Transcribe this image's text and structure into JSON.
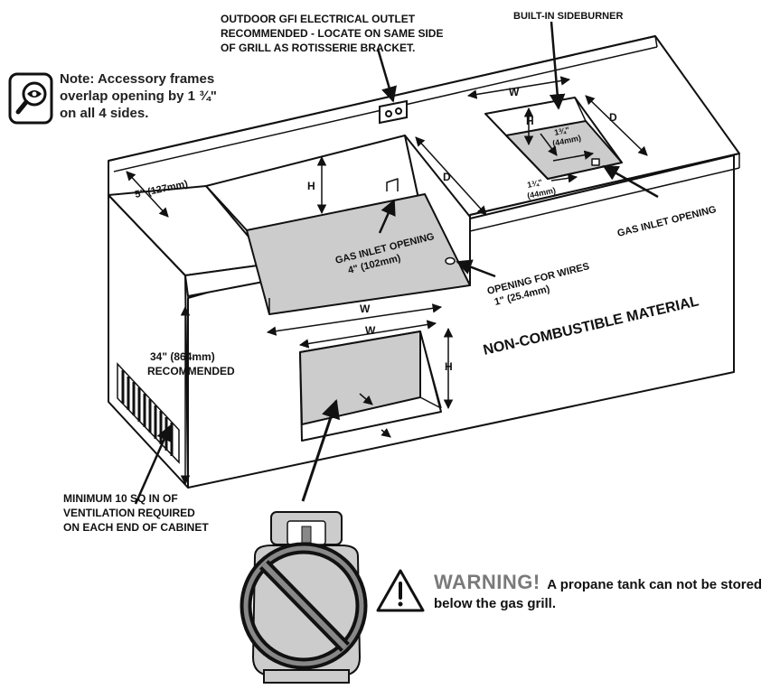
{
  "note": {
    "text_line1": "Note: Accessory frames",
    "text_line2": "overlap opening by 1 ¾\"",
    "text_line3": "on all 4 sides."
  },
  "labels": {
    "gfi_line1": "OUTDOOR GFI ELECTRICAL OUTLET",
    "gfi_line2": "RECOMMENDED - LOCATE ON SAME SIDE",
    "gfi_line3": "OF GRILL AS ROTISSERIE BRACKET.",
    "sideburner": "BUILT-IN SIDEBURNER",
    "gas_inlet_right": "GAS INLET OPENING",
    "gas_inlet_main_line1": "GAS INLET OPENING",
    "gas_inlet_main_line2": "4\" (102mm)",
    "wires_line1": "OPENING FOR WIRES",
    "wires_line2": "1\" (25.4mm)",
    "non_combustible": "NON-COMBUSTIBLE MATERIAL",
    "height_line1": "34\" (864mm)",
    "height_line2": "RECOMMENDED",
    "ventilation_line1": "MINIMUM 10 SQ IN OF",
    "ventilation_line2": "VENTILATION REQUIRED",
    "ventilation_line3": "ON EACH END OF CABINET",
    "five_inch": "5\" (127mm)",
    "sb_dim1_line1": "1¾\"",
    "sb_dim1_line2": "(44mm)",
    "sb_dim2_line1": "1¾\"",
    "sb_dim2_line2": "(44mm)",
    "dim_w": "W",
    "dim_h": "H",
    "dim_d": "D"
  },
  "warning": {
    "title": "WARNING!",
    "text": "A propane tank can not be stored below the gas grill."
  },
  "icons": {
    "note_icon": "magnifier-eye-icon",
    "warning_icon": "warning-triangle-icon",
    "prohibited_icon": "prohibited-propane-tank-icon"
  }
}
